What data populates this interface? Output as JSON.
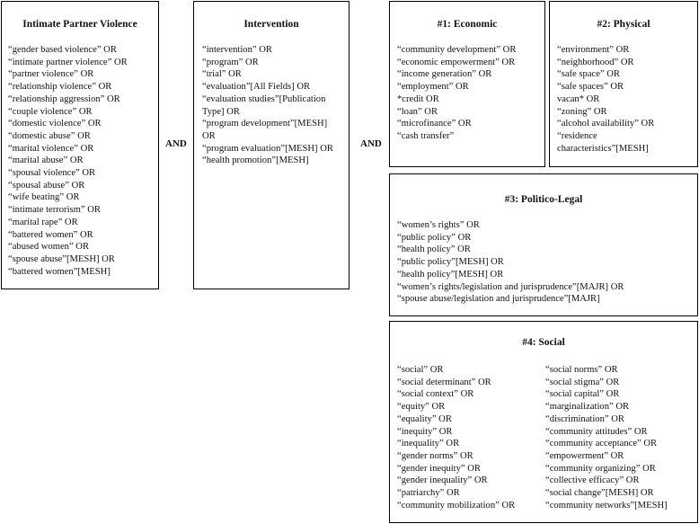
{
  "ipv": {
    "title": "Intimate Partner Violence",
    "terms": [
      "“gender based violence” OR",
      "“intimate partner violence” OR",
      "“partner violence” OR",
      "“relationship violence” OR",
      "“relationship aggression” OR",
      "“couple violence” OR",
      "“domestic violence” OR",
      "“domestic abuse” OR",
      "“marital violence” OR",
      "“marital abuse” OR",
      "“spousal violence” OR",
      "“spousal abuse” OR",
      "“wife beating” OR",
      "“intimate terrorism” OR",
      "“marital rape” OR",
      "“battered women” OR",
      "“abused women” OR",
      "“spouse abuse”[MESH] OR",
      "“battered women”[MESH]"
    ]
  },
  "connectors": {
    "and_1": "AND",
    "and_2": "AND"
  },
  "intervention": {
    "title": "Intervention",
    "terms": [
      "“intervention” OR",
      "“program” OR",
      "“trial” OR",
      "“evaluation”[All Fields] OR",
      "“evaluation studies”[Publication",
      "Type] OR",
      "“program development”[MESH]",
      "OR",
      "“program evaluation”[MESH] OR",
      "“health promotion”[MESH]"
    ]
  },
  "economic": {
    "title": "#1: Economic",
    "terms": [
      "“community development” OR",
      "“economic empowerment” OR",
      "“income generation” OR",
      "“employment” OR",
      "*credit OR",
      "“loan” OR",
      "“microfinance” OR",
      "“cash transfer”"
    ]
  },
  "physical": {
    "title": "#2: Physical",
    "terms": [
      "“environment” OR",
      "“neighborhood” OR",
      "“safe space” OR",
      "“safe spaces” OR",
      "vacan* OR",
      "“zoning” OR",
      "“alcohol availability” OR",
      "“residence",
      "characteristics”[MESH]"
    ]
  },
  "politico_legal": {
    "title": "#3: Politico-Legal",
    "terms": [
      "“women’s rights” OR",
      "“public policy” OR",
      "“health policy” OR",
      "“public policy”[MESH] OR",
      "“health policy”[MESH] OR",
      "“women’s rights/legislation and jurisprudence”[MAJR] OR",
      "“spouse abuse/legislation and jurisprudence”[MAJR]"
    ]
  },
  "social": {
    "title": "#4: Social",
    "terms_left": [
      "“social” OR",
      "“social determinant” OR",
      "“social context” OR",
      "“equity” OR",
      "“equality” OR",
      "“inequity” OR",
      "“inequality” OR",
      "“gender norms” OR",
      "“gender inequity” OR",
      "“gender inequality” OR",
      "“patriarchy” OR",
      "“community mobilization” OR"
    ],
    "terms_right": [
      "“social norms” OR",
      "“social stigma” OR",
      "“social capital” OR",
      "“marginalization” OR",
      "“discrimination” OR",
      "“community attitudes” OR",
      "“community acceptance” OR",
      "“empowerment” OR",
      "“community organizing” OR",
      "“collective efficacy” OR",
      "“social change”[MESH] OR",
      "“community networks”[MESH]"
    ]
  }
}
